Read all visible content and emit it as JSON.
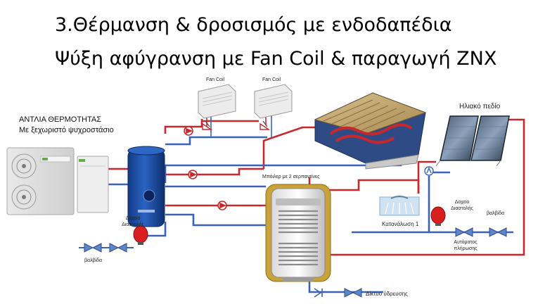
{
  "title_line1": "3.Θέρμανση & δροσισμός με ενδοδαπέδια",
  "title_line2": "Ψύξη αφύγρανση με Fan Coil & παραγωγή ΖΝΧ",
  "labels": {
    "fan_coil_1": "Fan Coil",
    "fan_coil_2": "Fan Coil",
    "heat_pump_line1": "ΑΝΤΛΙΑ ΘΕΡΜΟΤΗΤΑΣ",
    "heat_pump_line2": "Με ξεχωριστό ψυχροστάσιο",
    "solar_field": "Ηλιακό πεδίο",
    "boiler": "Μπόιλερ με 2 σερπαντίνες",
    "consumption": "Κατανάλωση 1",
    "expansion_left": "Δοχείο Διαστολής",
    "valves_left": "βαλβίδα",
    "expansion_right": "Δοχείο Διαστολής",
    "valves_right": "βαλβίδα",
    "auto_fill": "Αυτόματος πλήρωσης",
    "water_network": "Δίκτυο ύδρευσης"
  },
  "colors": {
    "hot_pipe": "#c8282c",
    "cold_pipe": "#3a63b8",
    "tank_blue": "#1f4fa8",
    "expansion_red": "#d81e1e",
    "valve_blue": "#5d85c8"
  }
}
